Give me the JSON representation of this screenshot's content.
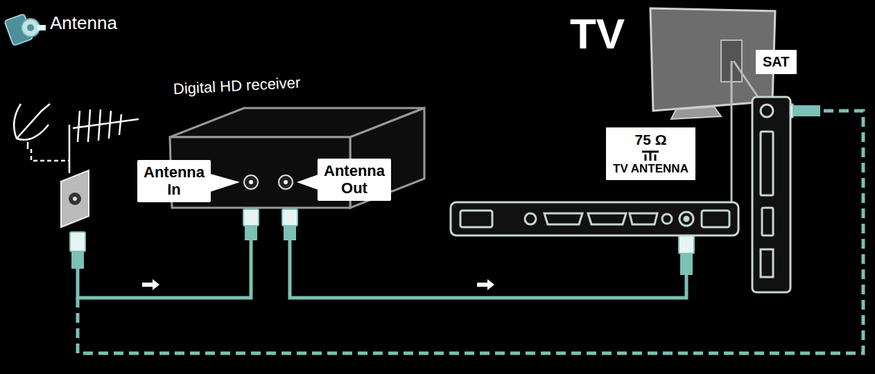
{
  "diagram": {
    "nodes": [
      {
        "text": [
          "Digital HD receiver"
        ]
      },
      {
        "text": [
          "Antenna In"
        ],
        "in": 0
      },
      {
        "text": [
          "Antenna Out"
        ],
        "in": 0
      },
      {
        "text": [
          "TV"
        ]
      },
      {
        "text": [
          "75 Ω",
          "TV ANTENNA"
        ]
      },
      {
        "text": [
          "SAT"
        ]
      }
    ],
    "labels": [
      "Antenna"
    ]
  }
}
